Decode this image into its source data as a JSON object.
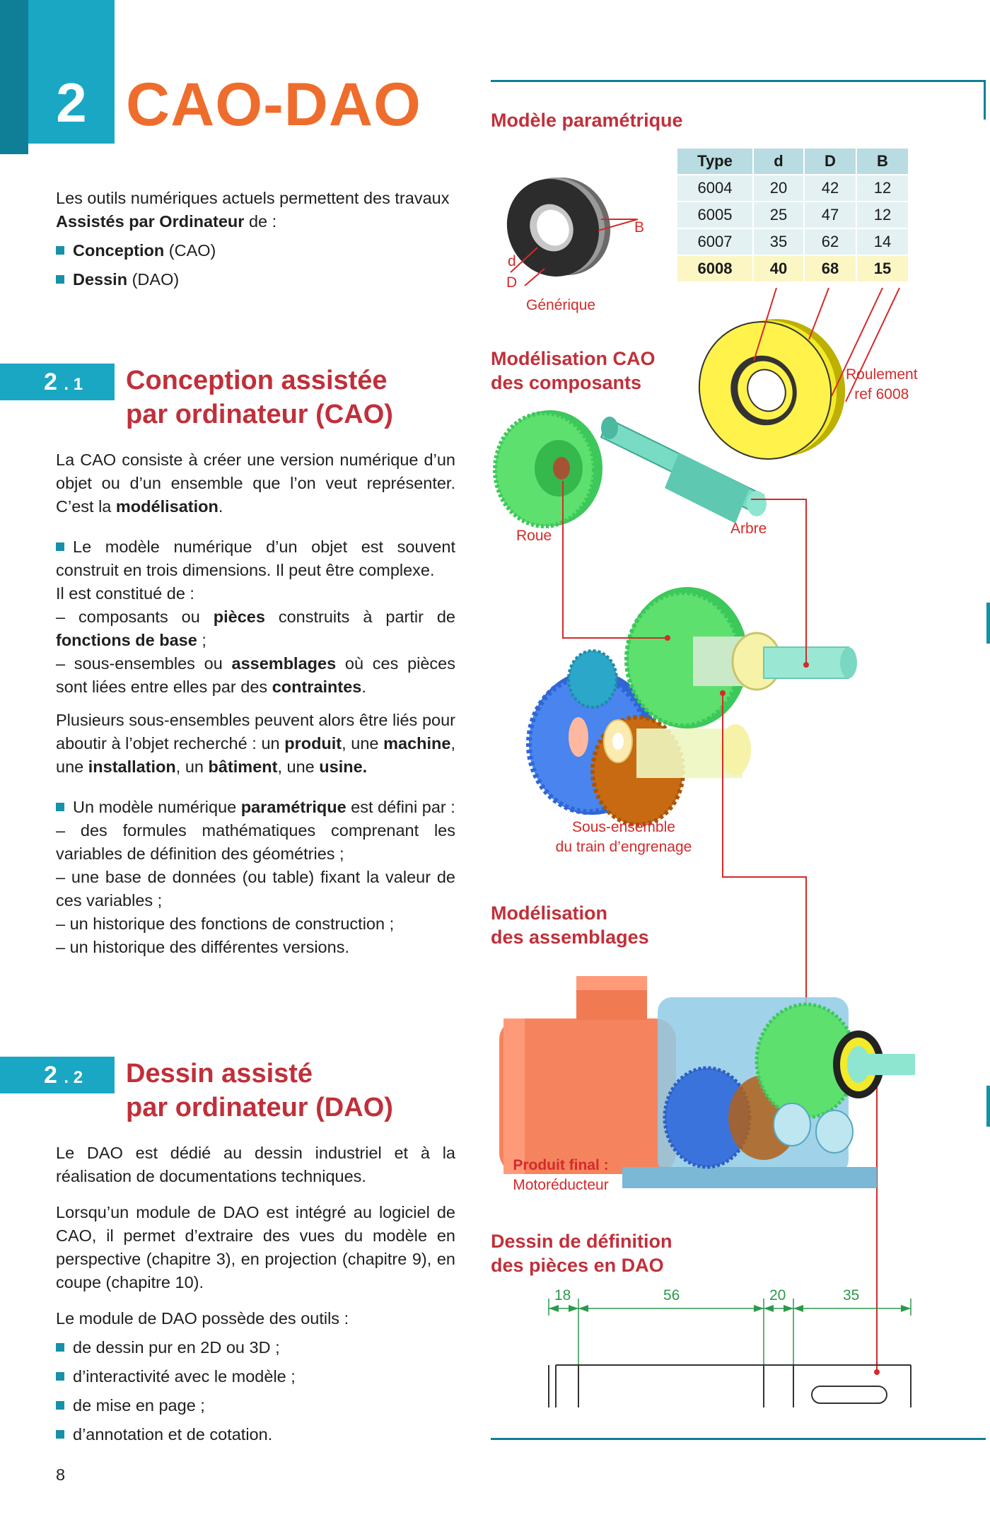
{
  "chapter": {
    "number": "2",
    "title": "CAO-DAO"
  },
  "intro": {
    "line1": "Les outils numériques actuels permettent des travaux",
    "line2_bold": "Assistés par Ordinateur",
    "line2_rest": " de :",
    "items": [
      {
        "bold": "Conception",
        "rest": " (CAO)"
      },
      {
        "bold": "Dessin",
        "rest": " (DAO)"
      }
    ]
  },
  "section21": {
    "num_main": "2",
    "num_sub": ". 1",
    "title_line1": "Conception assistée",
    "title_line2": "par ordinateur (CAO)",
    "p1": {
      "a": "La CAO consiste à créer une version numérique d’un objet ou d’un ensemble que l’on veut représenter. C’est la ",
      "b": "modélisation",
      "c": "."
    },
    "p2": {
      "a": "Le modèle numérique d’un objet est souvent construit en trois dimensions. Il peut être complexe.",
      "b": "Il est constitué de :",
      "c1": "– composants ou ",
      "c2": "pièces",
      "c3": " construits à partir de ",
      "c4": "fonctions de base",
      "c5": " ;",
      "d1": "– sous-ensembles ou ",
      "d2": "assemblages",
      "d3": " où ces pièces sont liées entre elles par des ",
      "d4": "contraintes",
      "d5": "."
    },
    "p3": {
      "a": "Plusieurs sous-ensembles peuvent alors être liés pour aboutir à l’objet recherché : un ",
      "b": "produit",
      "c": ", une ",
      "d": "machine",
      "e": ", une ",
      "f": "installation",
      "g": ", un ",
      "h": "bâtiment",
      "i": ", une ",
      "j": "usine."
    },
    "p4": {
      "a": "Un modèle numérique ",
      "b": "paramétrique",
      "c": " est défini par :",
      "l1": "– des formules mathématiques comprenant les variables de définition des géométries ;",
      "l2": "– une base de données (ou table) fixant la valeur de ces variables ;",
      "l3": "– un historique des fonctions de construction ;",
      "l4": "– un historique des différentes versions."
    }
  },
  "section22": {
    "num_main": "2",
    "num_sub": ". 2",
    "title_line1": "Dessin assisté",
    "title_line2": "par ordinateur (DAO)",
    "p1": "Le DAO est dédié au dessin industriel et à la réalisation de documentations techniques.",
    "p2": "Lorsqu’un module de DAO est intégré au logiciel de CAO, il permet d’extraire des vues du modèle en perspective (chapitre 3), en projection (chapitre 9), en coupe (chapitre 10).",
    "p3": "Le module de DAO possède des outils :",
    "items": [
      "de dessin pur en 2D ou 3D ;",
      "d’interactivité avec le modèle ;",
      "de mise en page ;",
      "d’annotation et de cotation."
    ]
  },
  "page_number": "8",
  "right": {
    "h_param": "Modèle paramétrique",
    "table": {
      "headers": [
        "Type",
        "d",
        "D",
        "B"
      ],
      "rows": [
        [
          "6004",
          "20",
          "42",
          "12"
        ],
        [
          "6005",
          "25",
          "47",
          "12"
        ],
        [
          "6007",
          "35",
          "62",
          "14"
        ],
        [
          "6008",
          "40",
          "68",
          "15"
        ]
      ]
    },
    "lbl_B": "B",
    "lbl_d": "d",
    "lbl_D": "D",
    "lbl_generique": "Générique",
    "h_cao_1": "Modélisation CAO",
    "h_cao_2": "des composants",
    "lbl_roulement_1": "Roulement",
    "lbl_roulement_2": "ref 6008",
    "lbl_roue": "Roue",
    "lbl_arbre": "Arbre",
    "lbl_sous_ens_1": "Sous-ensemble",
    "lbl_sous_ens_2": "du train d’engrenage",
    "h_assemb_1": "Modélisation",
    "h_assemb_2": "des assemblages",
    "lbl_produit_1": "Produit final :",
    "lbl_produit_2": "Motoréducteur",
    "h_dessin_1": "Dessin de définition",
    "h_dessin_2": "des pièces en DAO",
    "dims": [
      "18",
      "56",
      "20",
      "35"
    ]
  },
  "colors": {
    "accent_blue": "#1aa7c4",
    "dark_blue": "#0f7f97",
    "orange": "#ee6d2c",
    "heading_red": "#c0303a",
    "label_red": "#d42a2a"
  }
}
